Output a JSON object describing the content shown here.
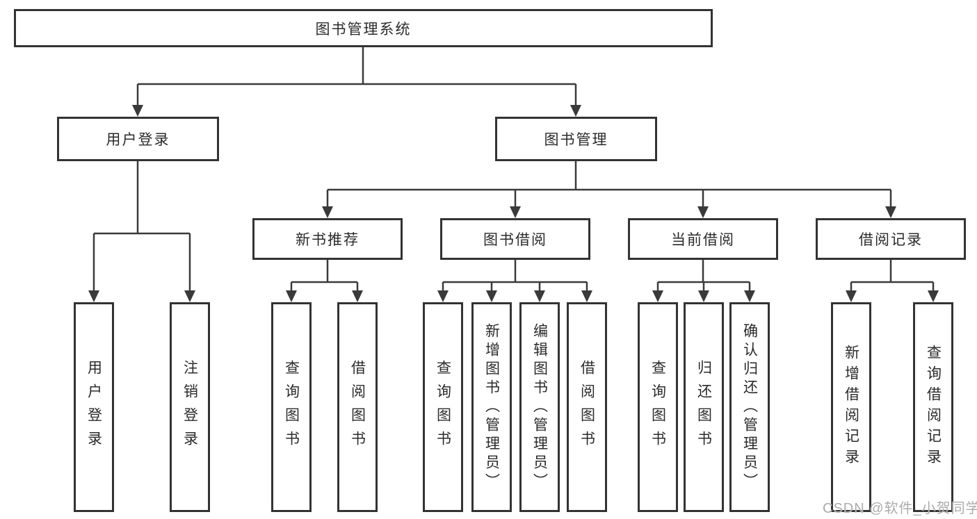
{
  "diagram": {
    "root_label": "图书管理系统",
    "tree": {
      "user_login": {
        "label": "用户登录",
        "children": [
          "用户登录",
          "注销登录"
        ]
      },
      "book_mgmt": {
        "label": "图书管理",
        "groups": [
          {
            "label": "新书推荐",
            "children": [
              "查询图书",
              "借阅图书"
            ]
          },
          {
            "label": "图书借阅",
            "children": [
              "查询图书",
              "新增图书（管理员）",
              "编辑图书（管理员）",
              "借阅图书"
            ]
          },
          {
            "label": "当前借阅",
            "children": [
              "查询图书",
              "归还图书",
              "确认归还（管理员）"
            ]
          },
          {
            "label": "借阅记录",
            "children": [
              "新增借阅记录",
              "查询借阅记录"
            ]
          }
        ]
      }
    },
    "colors": {
      "line": "#3a3a3a",
      "box_border": "#333333",
      "text": "#2b2b2b",
      "watermark": "#ababab",
      "background": "#ffffff"
    }
  },
  "watermark": "CSDN @软件_小贺同学"
}
